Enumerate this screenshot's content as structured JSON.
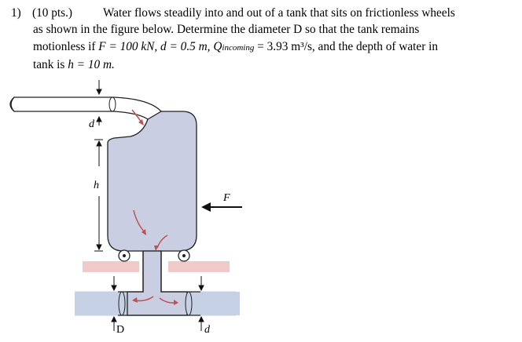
{
  "problem": {
    "number": "1)",
    "points": "(10 pts.)",
    "text_line1": "Water flows steadily into and out of a tank that sits on frictionless wheels",
    "text_line2": "as shown in the figure below. Determine the diameter D so that the tank remains",
    "line3_a": "motionless if ",
    "F_sym": "F",
    "F_val": " = 100 kN, ",
    "d_sym": "d",
    "d_val": " = 0.5 m, ",
    "Q_sym": "Q",
    "Q_sub": "incoming",
    "Q_val": " = 3.93 m³/s, and the depth of water in",
    "line4_a": "tank is ",
    "h_sym": "h",
    "h_val": " = 10 m."
  },
  "figure": {
    "label_d_top": "d",
    "label_h": "h",
    "label_F": "F",
    "label_D": "D",
    "label_d_bottom": "d"
  },
  "colors": {
    "tank": "#c9ceE2",
    "pipe_bottom": "#c6d1e6",
    "plate": "#f0c9c9",
    "arrow": "#c05050"
  }
}
